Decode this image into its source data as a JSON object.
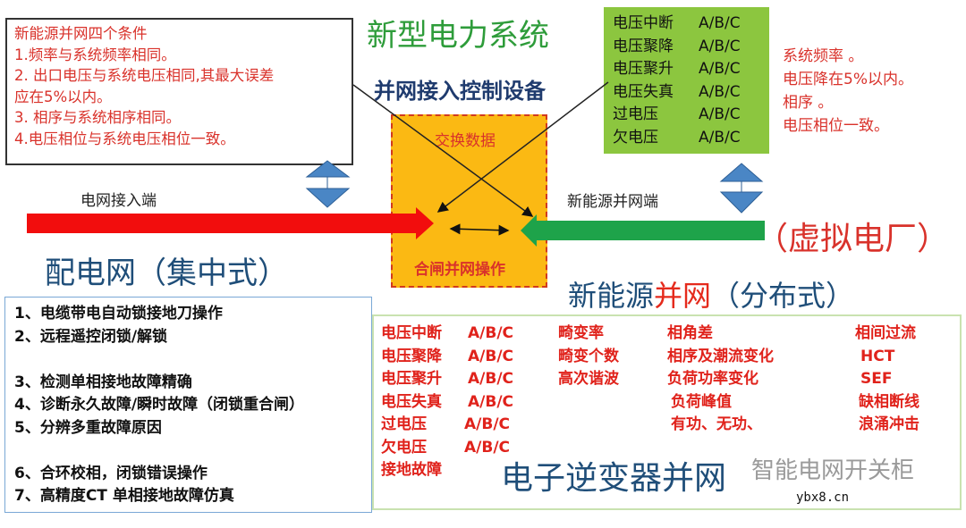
{
  "conditions": {
    "title": "新能源并网四个条件",
    "items": [
      "1.频率与系统频率相同。",
      "2. 出口电压与系统电压相同,其最大误差",
      "应在5%以内。",
      "3. 相序与系统相序相同。",
      "4.电压相位与系统电压相位一致。"
    ]
  },
  "title": "新型电力系统",
  "device_title": "并网接入控制设备",
  "device": {
    "exchange": "交换数据",
    "close": "合闸并网操作"
  },
  "green_box": [
    [
      "电压中断",
      "A/B/C"
    ],
    [
      "电压聚降",
      "A/B/C"
    ],
    [
      "电压聚升",
      "A/B/C"
    ],
    [
      "电压失真",
      "A/B/C"
    ],
    [
      "过电压",
      "A/B/C"
    ],
    [
      "欠电压",
      "A/B/C"
    ]
  ],
  "right_notes": [
    "系统频率 。",
    "电压降在5%以内。",
    "相序 。",
    "电压相位一致。"
  ],
  "grid_end": "电网接入端",
  "newenergy_end": "新能源并网端",
  "vpp": "（虚拟电厂）",
  "distribution": "配电网（集中式）",
  "left_items": [
    "1、电缆带电自动锁接地刀操作",
    "2、远程遥控闭锁/解锁",
    "",
    "3、检测单相接地故障精确",
    "4、诊断永久故障/瞬时故障（闭锁重合闸）",
    "5、分辨多重故障原因",
    "",
    "6、合环校相，闭锁错误操作",
    "7、高精度CT 单相接地故障仿真"
  ],
  "dist_title": {
    "a": "新能源",
    "b": "并网",
    "c": "（分布式）"
  },
  "col1": [
    [
      "电压中断",
      "A/B/C"
    ],
    [
      "电压聚降",
      "A/B/C"
    ],
    [
      "电压聚升",
      "A/B/C"
    ],
    [
      "电压失真",
      "A/B/C"
    ],
    [
      "过电压",
      "A/B/C"
    ],
    [
      "欠电压",
      "A/B/C"
    ],
    [
      "接地故障",
      ""
    ]
  ],
  "col2": [
    "畸变率",
    "畸变个数",
    "高次谐波"
  ],
  "col3": [
    "相角差",
    "相序及潮流变化",
    "负荷功率变化",
    "负荷峰值",
    "有功、无功、"
  ],
  "col4": [
    "相间过流",
    "HCT",
    "SEF",
    "缺相断线",
    "浪涌冲击"
  ],
  "inverter": "电子逆变器并网",
  "watermark": "智能电网开关柜",
  "site": "ybx8.cn",
  "colors": {
    "red": "#e0221b",
    "green": "#8cc63f",
    "orange": "#fbb913",
    "blue": "#1f4e79"
  }
}
